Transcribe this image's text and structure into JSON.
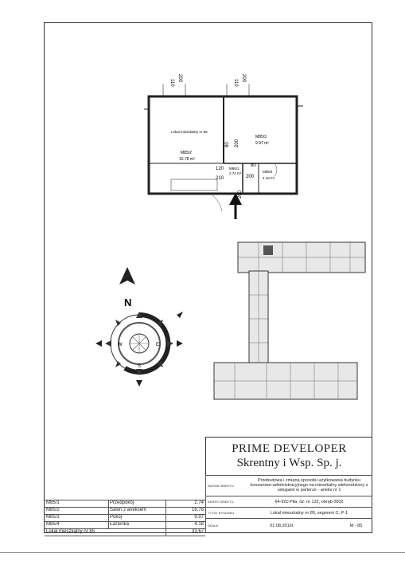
{
  "plan": {
    "dims_top": [
      "110",
      "200",
      "110",
      "200"
    ],
    "dims_mid": [
      "200",
      "80",
      "120",
      "80",
      "210",
      "200",
      "200"
    ],
    "room_m85_2": {
      "id": "M85/2",
      "area": "16.78 m²"
    },
    "room_m85_3": {
      "id": "M85/3",
      "area": "9.97 m²"
    },
    "room_m85_1": {
      "id": "M85/1",
      "area": "2.74 m²"
    },
    "room_m85_4": {
      "id": "M85/4",
      "area": "4.18 m²"
    },
    "unit_label": "Lokal mieszkalny nr 85"
  },
  "compass": {
    "north": "N",
    "s": "S",
    "w": "W",
    "e": "E"
  },
  "company": {
    "line1": "PRIME DEVELOPER",
    "line2": "Skrentny i Wsp. Sp. j."
  },
  "info": {
    "rows": [
      {
        "label": "NAZWA OBIEKTU",
        "value": "Przebudowa i zmiana sposobu użytkowania budynku koszarowo-administracyjnego na mieszkalny wielorodzinny z usługami w parterze - aneks nr 1"
      },
      {
        "label": "ADRES OBIEKTU",
        "value": "64-920 Piła, dz. nr 132, obręb 0002"
      },
      {
        "label": "TYTUŁ RYSUNKU",
        "value": "Lokal mieszkalny nr 85, segment C, P-1"
      },
      {
        "label": "SKALA",
        "value": "01.08.2019r."
      }
    ],
    "sheet_no": "M - 85"
  },
  "rooms": [
    {
      "id": "M85/1",
      "name": "Przedpokój",
      "area": "2.74"
    },
    {
      "id": "M85/2",
      "name": "Salon z aneksem",
      "area": "16.78"
    },
    {
      "id": "M85/3",
      "name": "Pokój",
      "area": "9.97"
    },
    {
      "id": "M85/4",
      "name": "Łazienka",
      "area": "4.18"
    },
    {
      "id": "Lokal mieszkalny nr 85",
      "name": "",
      "area": "33.67"
    }
  ]
}
